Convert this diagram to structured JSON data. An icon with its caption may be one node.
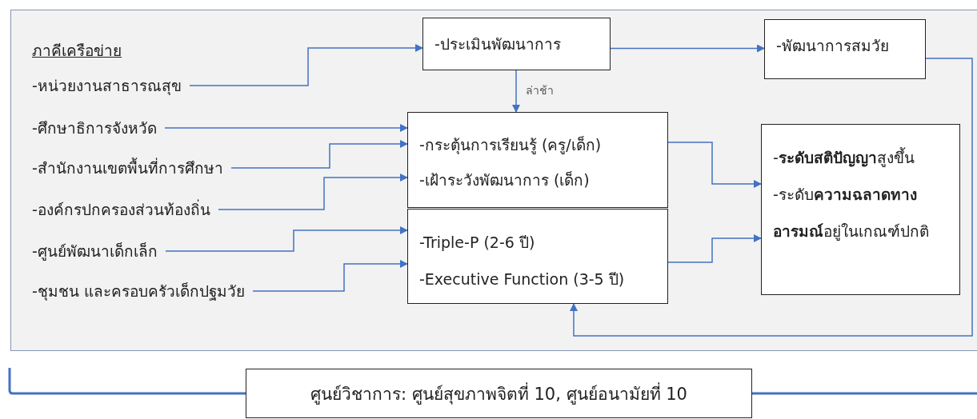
{
  "diagram": {
    "nodes": [
      {
        "text": [
          "-หน่วยงานสาธารณสุข"
        ]
      },
      {
        "text": [
          "-ศึกษาธิการจังหวัด"
        ]
      },
      {
        "text": [
          "-สำนักงานเขตพื้นที่การศึกษา"
        ]
      },
      {
        "text": [
          "-องค์กรปกครองส่วนท้องถิ่น"
        ]
      },
      {
        "text": [
          "-ศูนย์พัฒนาเด็กเล็ก"
        ]
      },
      {
        "text": [
          "-ชุมชน และครอบครัวเด็กปฐมวัย"
        ]
      },
      {
        "text": [
          "-ประเมินพัฒนาการ"
        ]
      },
      {
        "text": [
          "-พัฒนาการสมวัย"
        ]
      },
      {
        "text": [
          "-กระตุ้นการเรียนรู้ (ครู/เด็ก)",
          "-เฝ้าระวังพัฒนาการ (เด็ก)"
        ]
      },
      {
        "text": [
          "-Triple-P (2-6 ปี)",
          "-Executive Function (3-5 ปี)"
        ]
      },
      {
        "text": [
          "-**ระดับสติปัญญา**สูงขึ้น",
          "-ระดับ**ความฉลาดทางอารมณ์**อยู่ในเกณฑ์ปกติ"
        ]
      },
      {
        "text": [
          "ศูนย์วิชาการ: ศูนย์สุขภาพจิตที่ 10, ศูนย์อนามัยที่ 10"
        ]
      }
    ],
    "edges": [
      {
        "from": 0,
        "to": 6,
        "arrow": "to"
      },
      {
        "from": 1,
        "to": 8,
        "arrow": "to"
      },
      {
        "from": 2,
        "to": 8,
        "arrow": "to"
      },
      {
        "from": 3,
        "to": 8,
        "arrow": "to"
      },
      {
        "from": 4,
        "to": 9,
        "arrow": "to"
      },
      {
        "from": 5,
        "to": 9,
        "arrow": "to"
      },
      {
        "from": 6,
        "to": 8,
        "arrow": "to",
        "label": "ล่าช้า"
      },
      {
        "from": 6,
        "to": 7,
        "arrow": "to"
      },
      {
        "from": 8,
        "to": 10,
        "arrow": "to"
      },
      {
        "from": 9,
        "to": 10,
        "arrow": "to"
      },
      {
        "from": 7,
        "to": 9,
        "arrow": "to"
      }
    ],
    "labels": [
      "ภาคีเครือข่าย"
    ]
  }
}
